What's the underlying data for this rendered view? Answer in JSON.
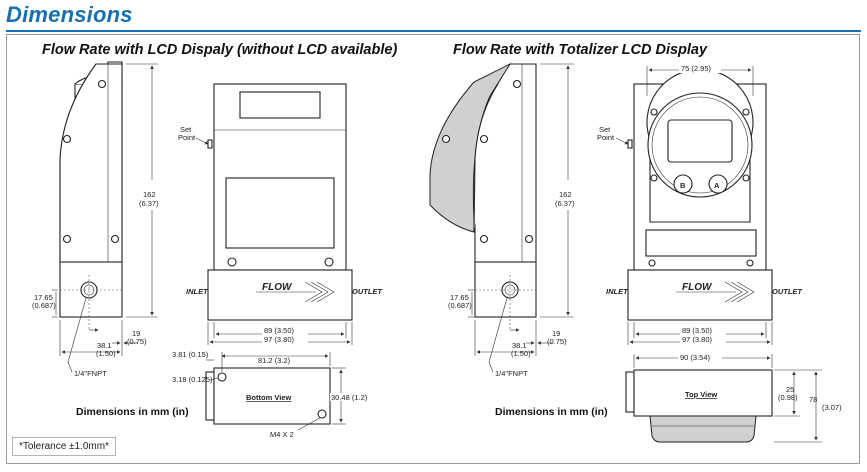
{
  "header": {
    "title": "Dimensions"
  },
  "sections": {
    "left_title": "Flow Rate with LCD Dispaly (without LCD available)",
    "right_title": "Flow Rate with Totalizer LCD Display"
  },
  "labels": {
    "set_point_1": "Set",
    "set_point_2": "Point",
    "inlet": "INLET",
    "outlet": "OUTLET",
    "flow": "FLOW",
    "fnpt": "1/4\"FNPT",
    "bottom_view": "Bottom View",
    "top_view": "Top View",
    "m4": "M4 X 2",
    "btn_b": "B",
    "btn_a": "A"
  },
  "dimensions": {
    "height_mm": "162",
    "height_in": "(6.37)",
    "port_h_mm": "17.65",
    "port_h_in": "(0.687)",
    "port_x_mm": "38.1",
    "port_x_in": "(1.50)",
    "depth_mm": "19",
    "depth_in": "(0.75)",
    "width_inner": "89 (3.50)",
    "width_outer": "97 (3.80)",
    "hole_offset": "3.81 (0.15)",
    "hole_span": "81.2 (3.2)",
    "hole_y": "3.18 (0.125)",
    "bottom_h": "30.48 (1.2)",
    "display_w": "75 (2.95)",
    "top_w": "90 (3.54)",
    "top_h1_mm": "25",
    "top_h1_in": "(0.98)",
    "top_h2_mm": "78",
    "top_h2_in": "(3.07)"
  },
  "captions": {
    "left": "Dimensions in mm (in)",
    "right": "Dimensions in mm (in)"
  },
  "footer": {
    "tolerance": "*Tolerance ±1.0mm*"
  },
  "colors": {
    "accent": "#1570b8"
  }
}
